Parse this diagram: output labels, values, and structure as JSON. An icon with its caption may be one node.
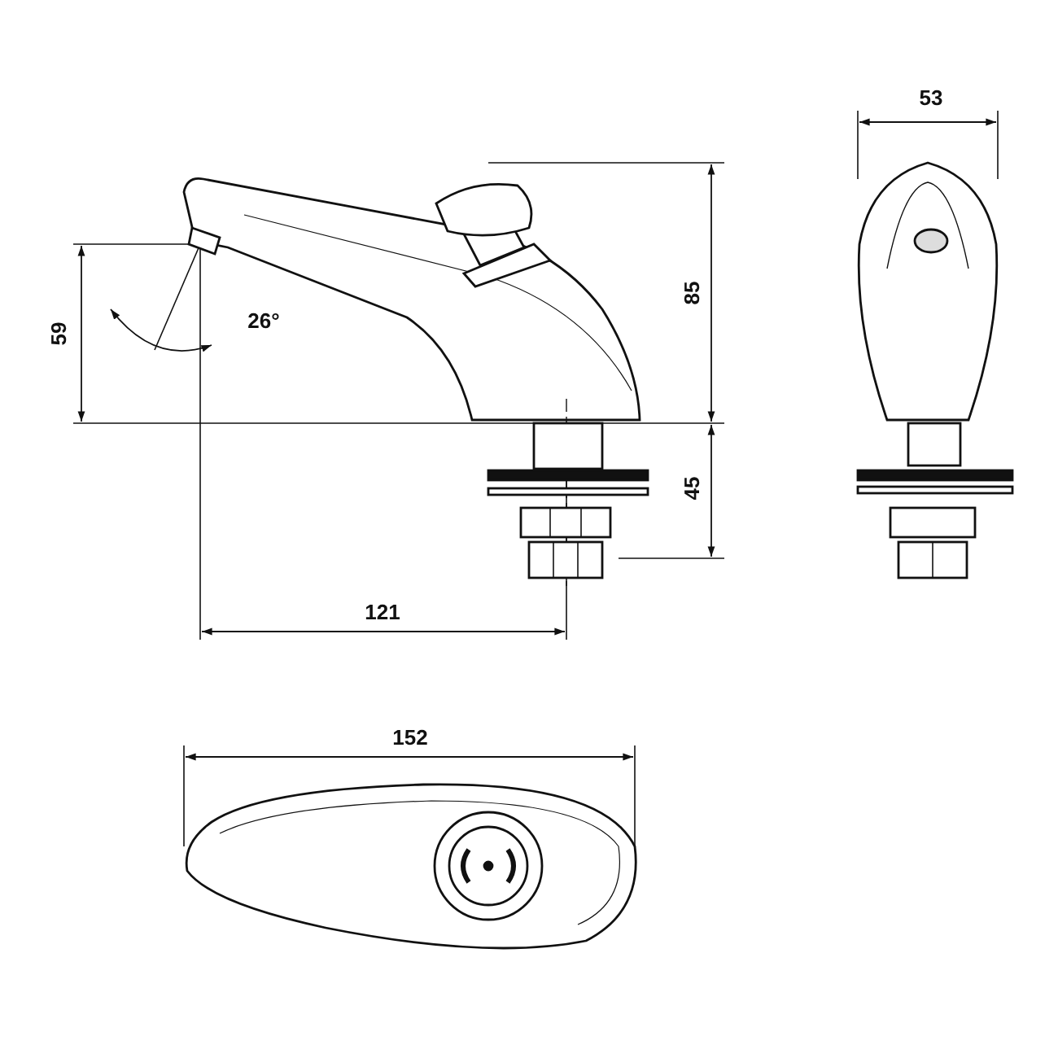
{
  "diagram": {
    "labels": [
      "53",
      "59",
      "26°",
      "85",
      "45",
      "121",
      "152"
    ]
  }
}
